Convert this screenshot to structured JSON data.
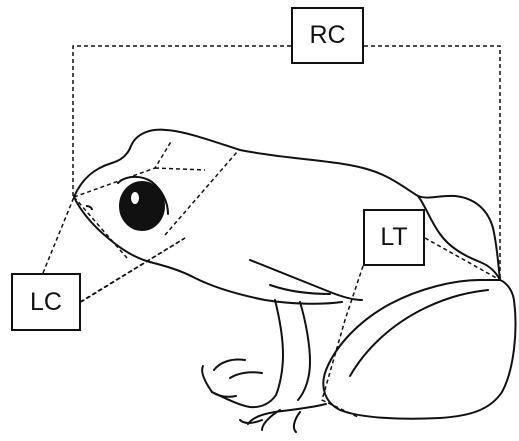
{
  "figure": {
    "labels": {
      "rc": "RC",
      "lt": "LT",
      "lc": "LC"
    },
    "subject_icon": "frog-illustration-icon",
    "line_color": "#111111"
  }
}
